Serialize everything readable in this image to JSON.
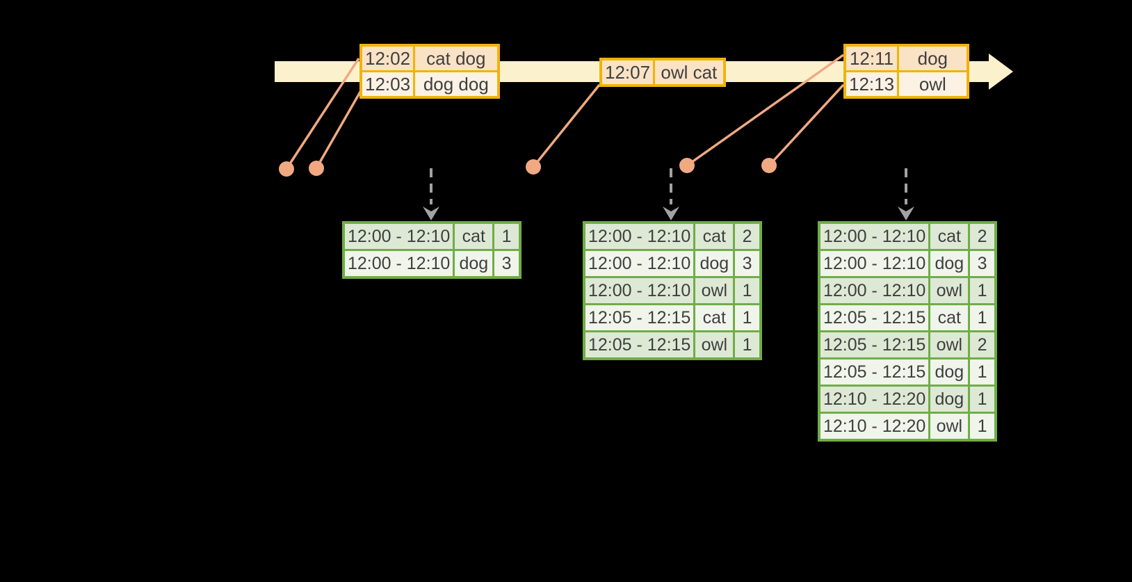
{
  "colors": {
    "background": "#000000",
    "timeline_fill": "#FBF1CD",
    "event_table_border": "#F1B30A",
    "event_row_dark": "#FAE2C5",
    "event_row_light": "#FCF2E3",
    "leader_line": "#F1A981",
    "trigger_arrow": "#A2A2A2",
    "result_table_border": "#70AD47",
    "result_row_dark": "#DEE9D5",
    "result_row_light": "#F0F5EB",
    "text": "#3F3F3F"
  },
  "icons": {
    "timeline_arrow": "right-arrow",
    "trigger_arrow": "dashed-down-arrow",
    "event_marker": "dot"
  },
  "event_boxes": [
    {
      "rows": [
        [
          "12:02",
          "cat dog"
        ],
        [
          "12:03",
          "dog dog"
        ]
      ]
    },
    {
      "rows": [
        [
          "12:07",
          "owl cat"
        ]
      ]
    },
    {
      "rows": [
        [
          "12:11",
          "dog"
        ],
        [
          "12:13",
          "owl"
        ]
      ]
    }
  ],
  "result_tables": [
    {
      "rows": [
        [
          "12:00 - 12:10",
          "cat",
          "1"
        ],
        [
          "12:00 - 12:10",
          "dog",
          "3"
        ]
      ]
    },
    {
      "rows": [
        [
          "12:00 - 12:10",
          "cat",
          "2"
        ],
        [
          "12:00 - 12:10",
          "dog",
          "3"
        ],
        [
          "12:00 - 12:10",
          "owl",
          "1"
        ],
        [
          "12:05 - 12:15",
          "cat",
          "1"
        ],
        [
          "12:05 - 12:15",
          "owl",
          "1"
        ]
      ]
    },
    {
      "rows": [
        [
          "12:00 - 12:10",
          "cat",
          "2"
        ],
        [
          "12:00 - 12:10",
          "dog",
          "3"
        ],
        [
          "12:00 - 12:10",
          "owl",
          "1"
        ],
        [
          "12:05 - 12:15",
          "cat",
          "1"
        ],
        [
          "12:05 - 12:15",
          "owl",
          "2"
        ],
        [
          "12:05 - 12:15",
          "dog",
          "1"
        ],
        [
          "12:10 - 12:20",
          "dog",
          "1"
        ],
        [
          "12:10 - 12:20",
          "owl",
          "1"
        ]
      ]
    }
  ]
}
